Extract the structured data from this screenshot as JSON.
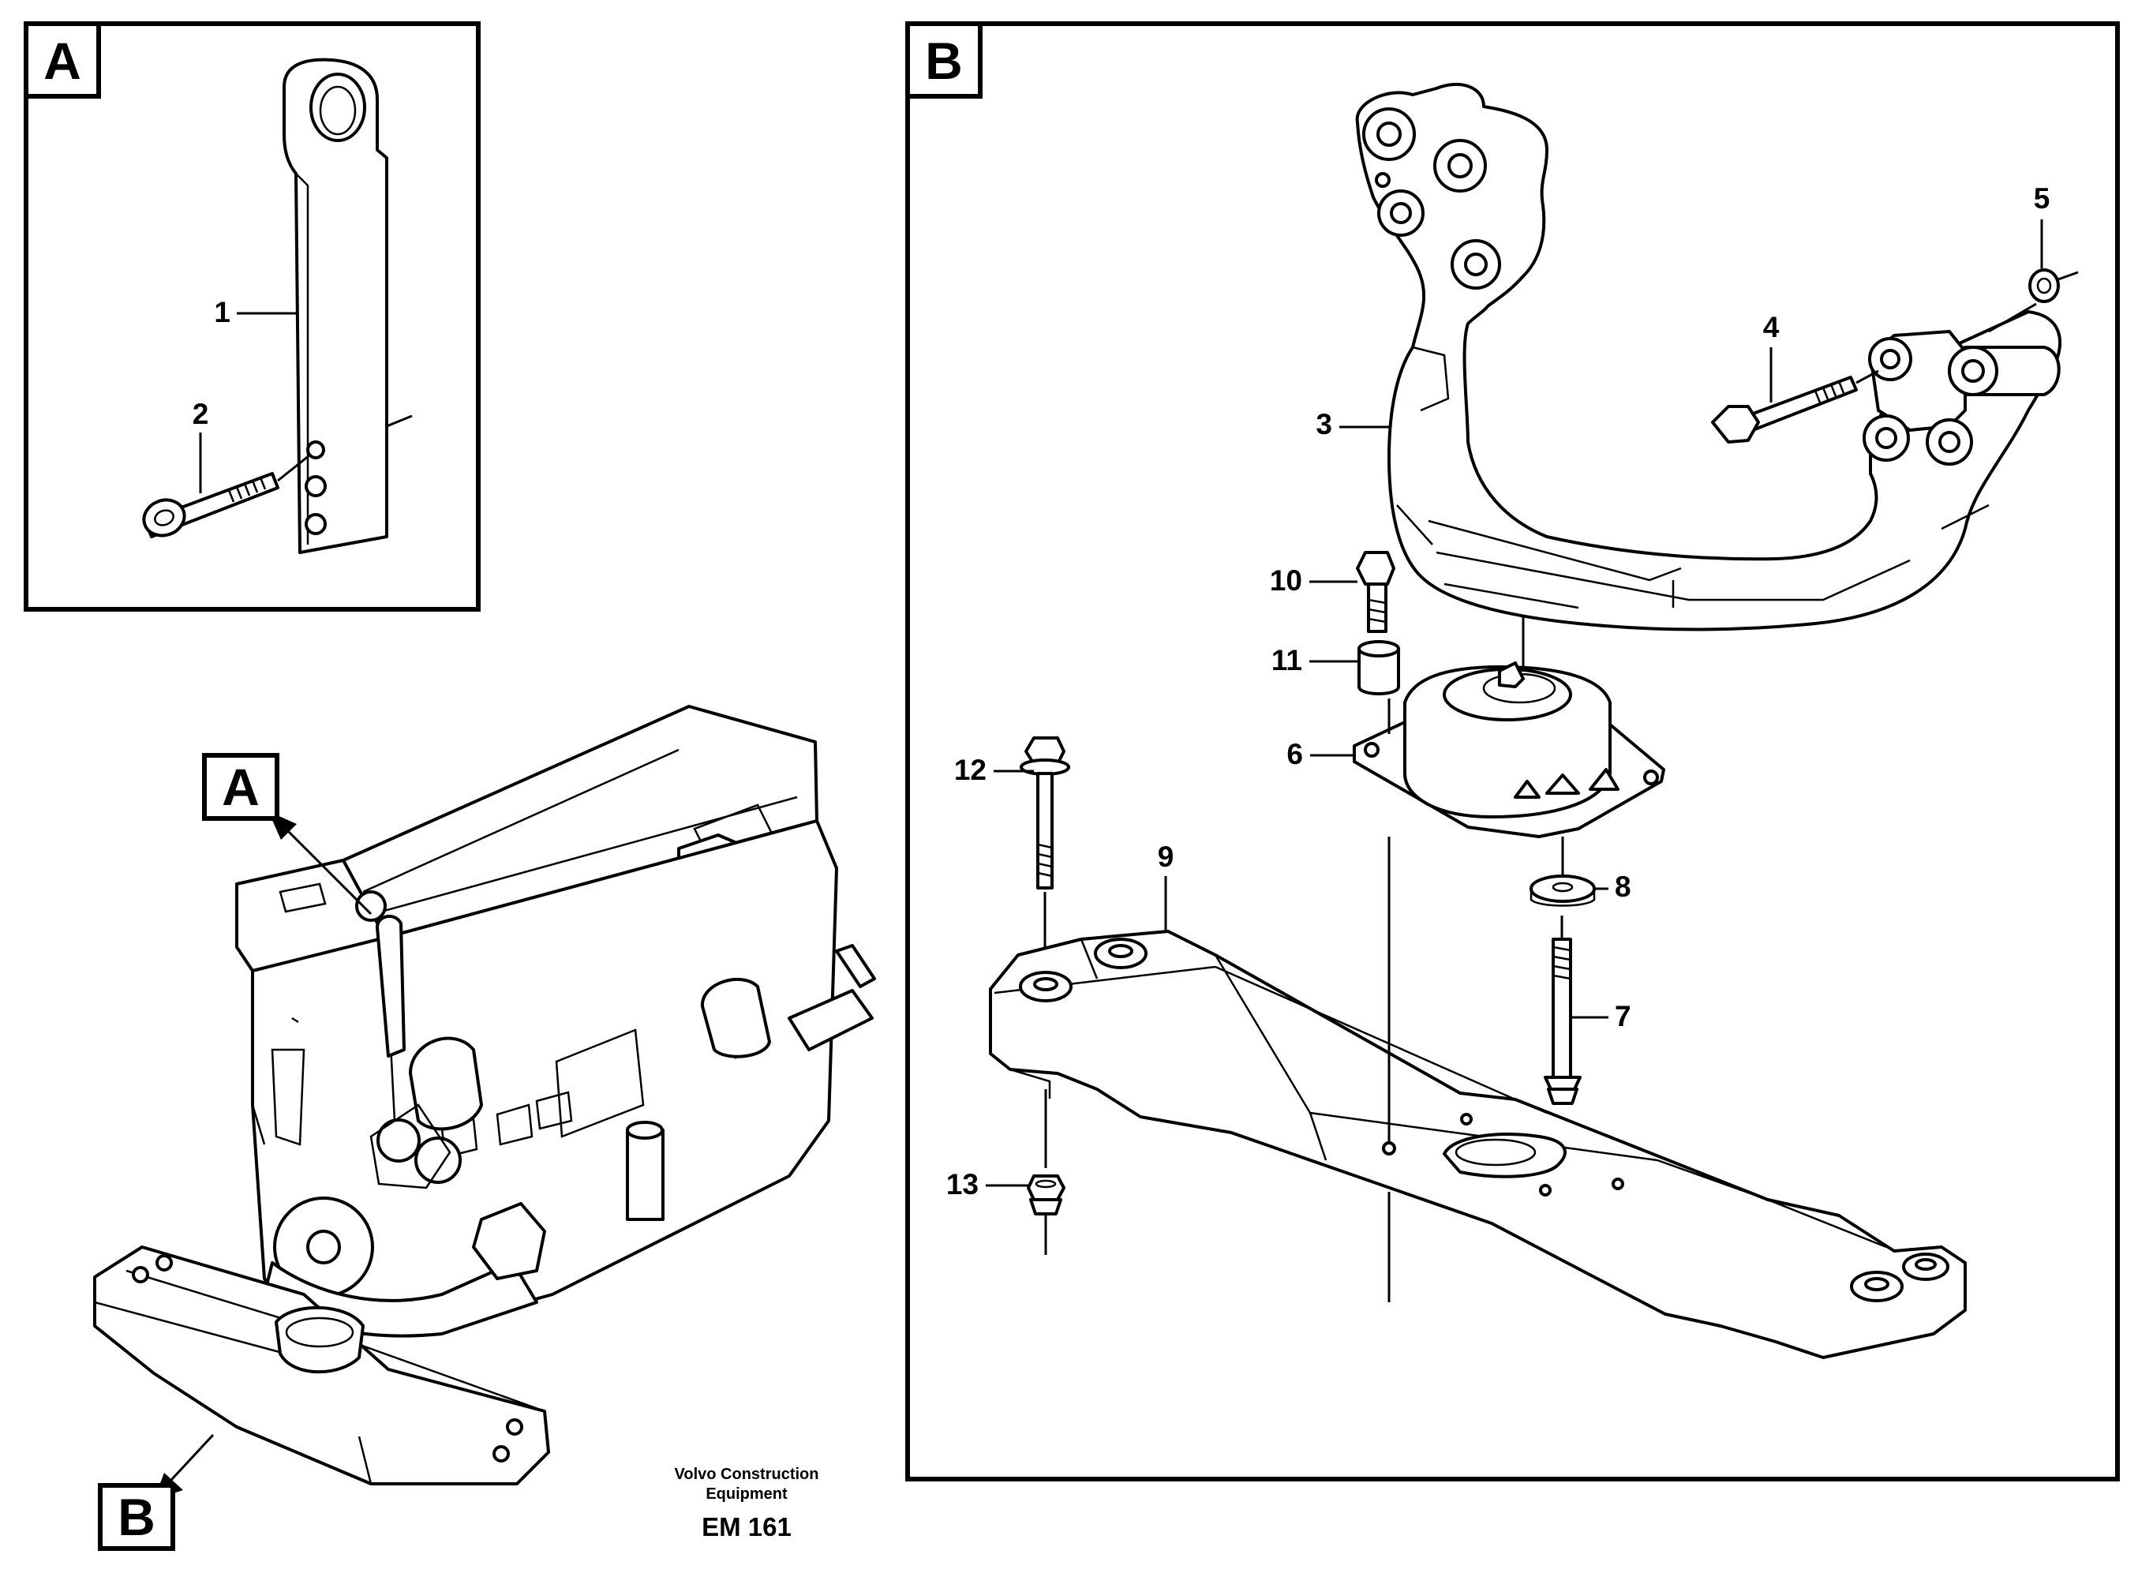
{
  "panel_a": {
    "label": "A"
  },
  "panel_b": {
    "label": "B"
  },
  "overview": {
    "label_a": "A",
    "label_b": "B"
  },
  "callouts": {
    "c1": "1",
    "c2": "2",
    "c3": "3",
    "c4": "4",
    "c5": "5",
    "c6": "6",
    "c7": "7",
    "c8": "8",
    "c9": "9",
    "c10": "10",
    "c11": "11",
    "c12": "12",
    "c13": "13"
  },
  "footer": {
    "brand_line1": "Volvo Construction",
    "brand_line2": "Equipment",
    "code": "EM 161"
  }
}
